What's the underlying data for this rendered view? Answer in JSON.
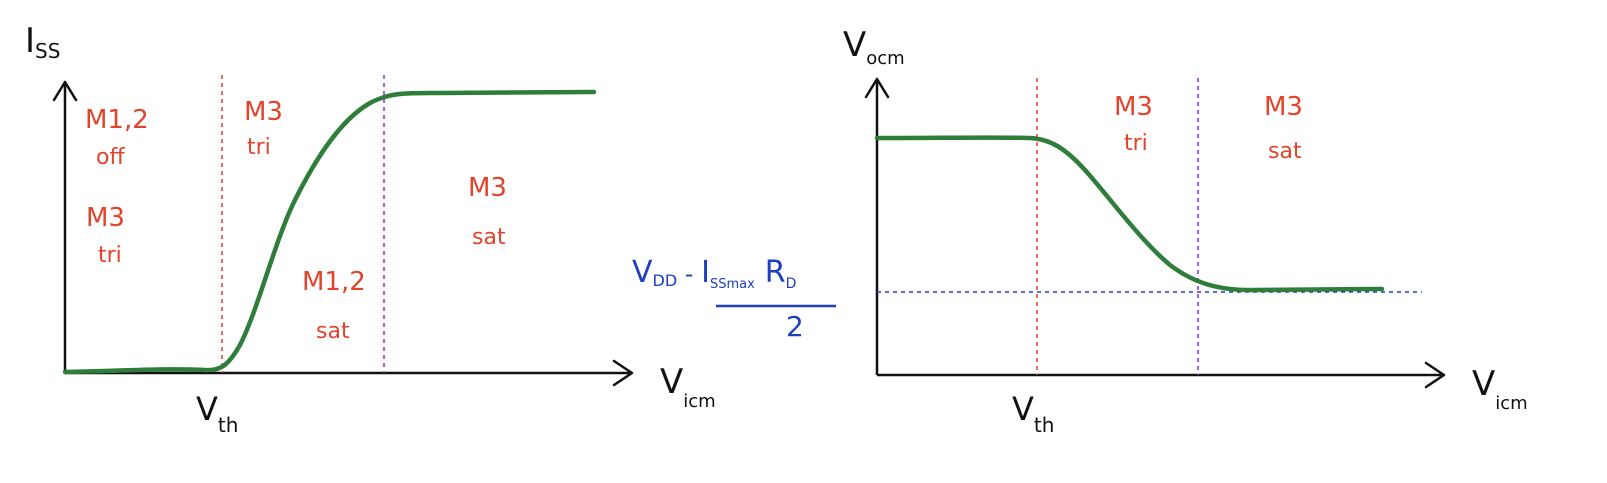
{
  "colors": {
    "axis": "#111111",
    "curve": "#2e7d3a",
    "region_text": "#e2432a",
    "vth_line": "#e2432a",
    "sat_line": "#8a2be2",
    "note": "#1f3fbf",
    "note_line": "#1f3fbf"
  },
  "left_plot": {
    "y_label_main": "I",
    "y_label_sub": "SS",
    "x_label_main": "V",
    "x_label_sub": "icm",
    "vth_label_main": "V",
    "vth_label_sub": "th",
    "regions": {
      "r1_top_main": "M1,2",
      "r1_top_sub": "off",
      "r1_bot_main": "M3",
      "r1_bot_sub": "tri",
      "r2_top_main": "M3",
      "r2_top_sub": "tri",
      "r2_bot_main": "M1,2",
      "r2_bot_sub": "sat",
      "r3_main": "M3",
      "r3_sub": "sat"
    }
  },
  "right_plot": {
    "y_label_main": "V",
    "y_label_sub": "ocm",
    "x_label_main": "V",
    "x_label_sub": "icm",
    "vth_label_main": "V",
    "vth_label_sub": "th",
    "regions": {
      "r2_main": "M3",
      "r2_sub": "tri",
      "r3_main": "M3",
      "r3_sub": "sat"
    },
    "level_note": {
      "numerator_v": "V",
      "numerator_dd": "DD",
      "minus": " - ",
      "numerator_i": "I",
      "numerator_i_sub": "SSmax",
      "numerator_r": "R",
      "numerator_r_sub": "D",
      "denominator": "2"
    }
  }
}
